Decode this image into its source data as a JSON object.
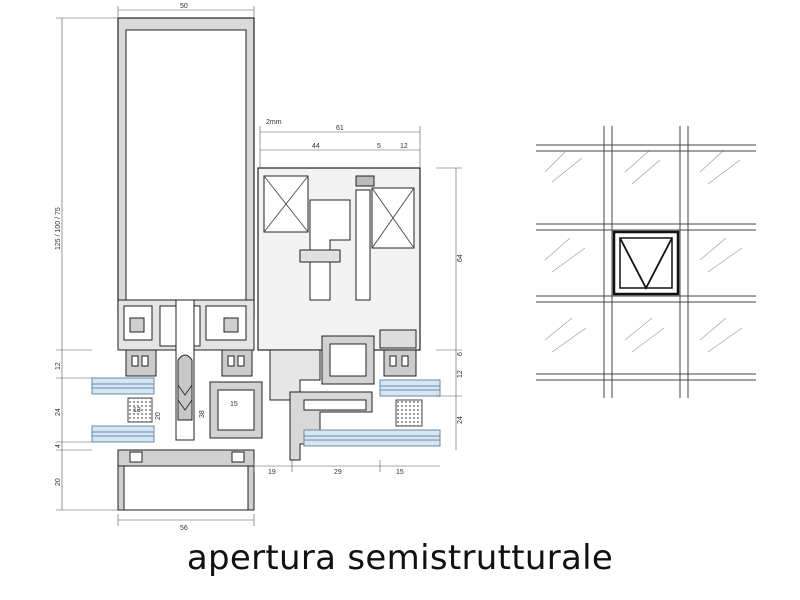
{
  "caption": "apertura semistrutturale",
  "dimensions": {
    "top_width": "50",
    "gap": "2mm",
    "width_61": "61",
    "seg_44": "44",
    "seg_5": "5",
    "seg_12": "12",
    "height_left": "125 / 100 / 75",
    "height_64": "64",
    "right_6": "6",
    "right_12": "12",
    "right_24": "24",
    "left_12": "12",
    "left_24": "24",
    "left_4": "4",
    "left_20": "20",
    "inner_13": "13",
    "inner_20": "20",
    "inner_38": "38",
    "inner_15": "15",
    "bottom_19": "19",
    "bottom_29": "29",
    "bottom_15": "15",
    "bottom_56": "56"
  }
}
